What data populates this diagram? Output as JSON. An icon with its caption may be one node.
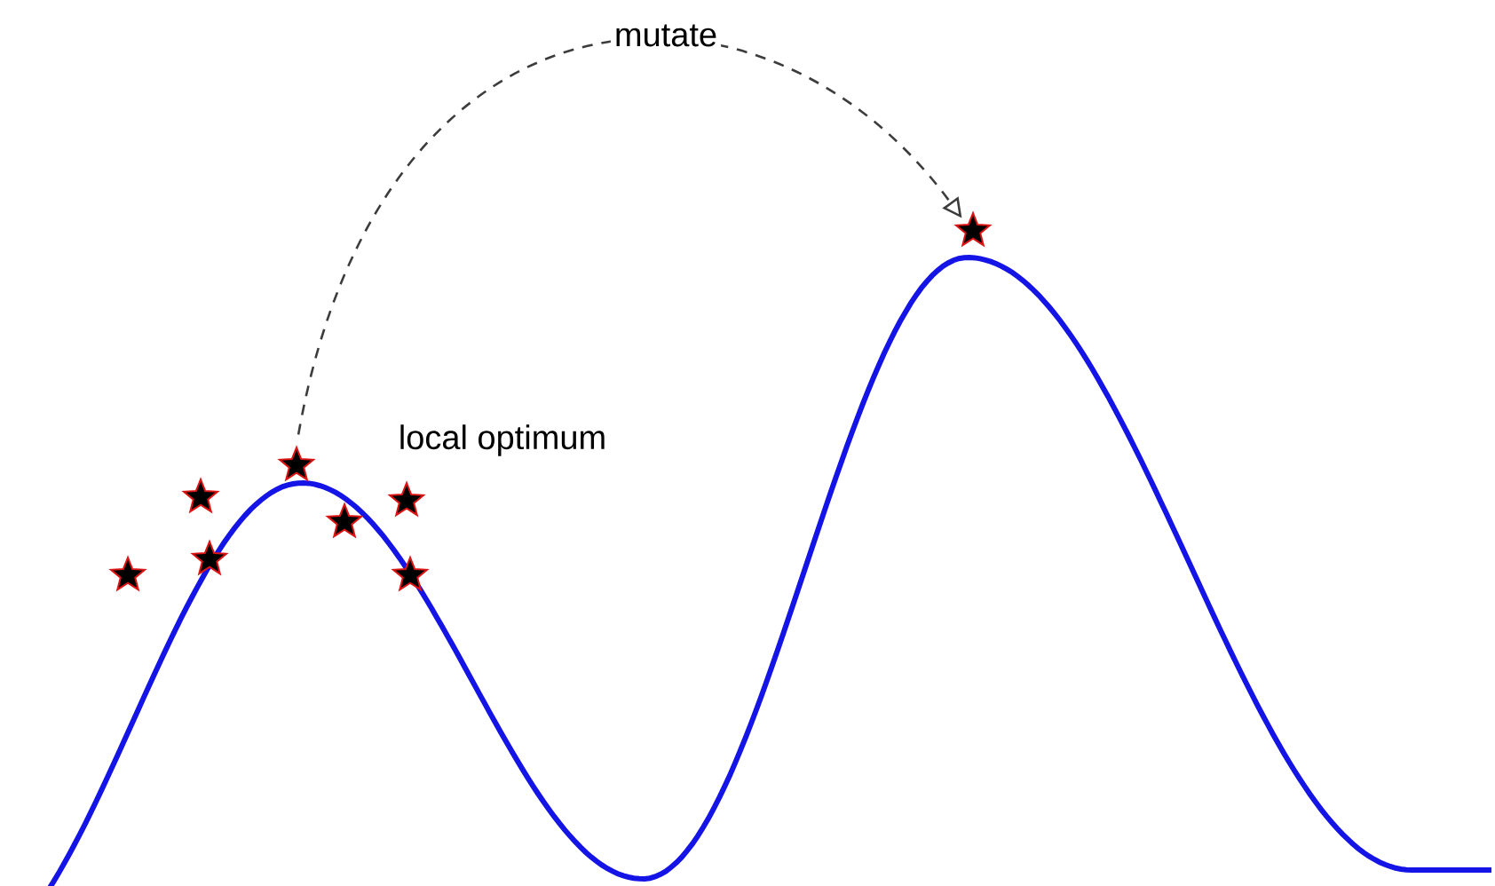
{
  "diagram": {
    "nodes": [
      {
        "text": [],
        "shape": "star"
      },
      {
        "text": [],
        "shape": "star"
      },
      {
        "text": [],
        "shape": "star"
      },
      {
        "text": [],
        "shape": "star"
      },
      {
        "text": [],
        "shape": "star"
      },
      {
        "text": [],
        "shape": "star"
      },
      {
        "text": [],
        "shape": "star"
      },
      {
        "text": [],
        "shape": "star"
      }
    ],
    "edges": [
      {
        "from": 3,
        "to": 7,
        "arrow": "to",
        "label": "mutate",
        "style": "dashed"
      }
    ],
    "labels": [
      "local optimum"
    ]
  }
}
